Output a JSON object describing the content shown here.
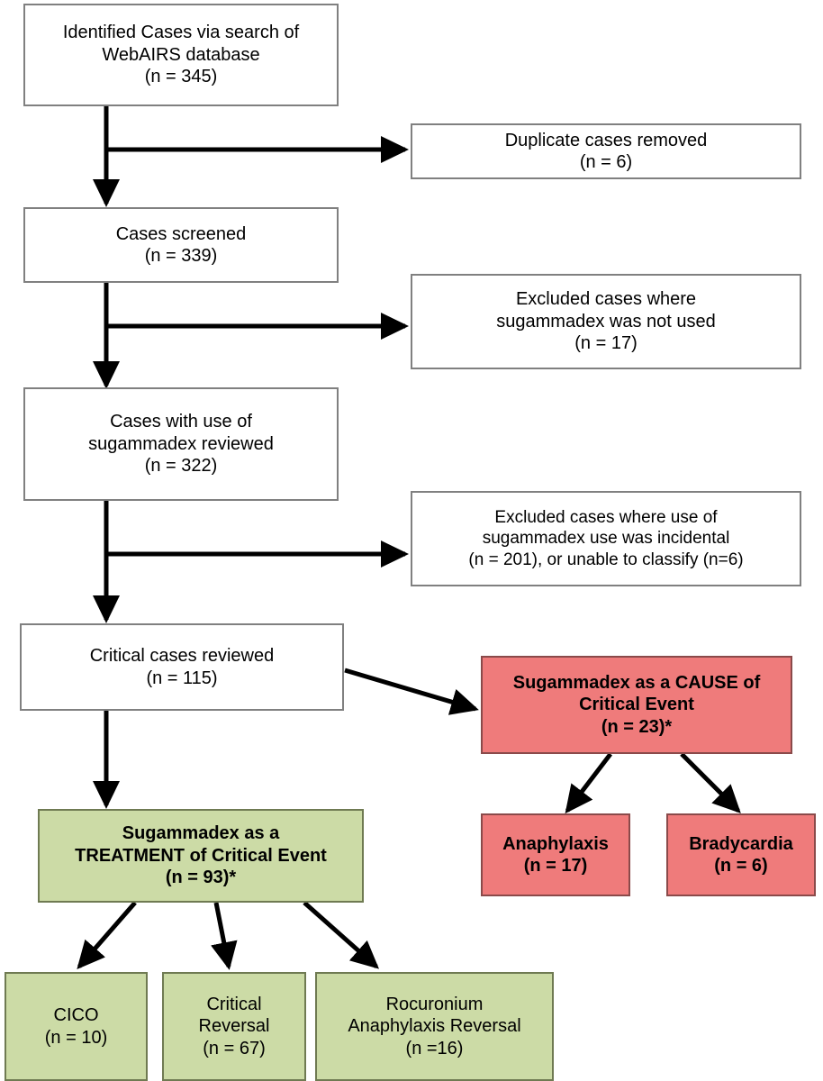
{
  "diagram": {
    "title": "Study case selection flow diagram",
    "colors": {
      "background": "#ffffff",
      "plain_fill": "#ffffff",
      "plain_border": "#808080",
      "treatment_fill": "#ccdba6",
      "treatment_border": "#6f7a52",
      "cause_fill": "#ef7b7b",
      "cause_border": "#8a4a4a",
      "arrow": "#000000",
      "text": "#000000"
    },
    "nodes": {
      "identified": {
        "kind": "plain",
        "lines": [
          "Identified Cases via search of",
          "WebAIRS database",
          "(n = 345)"
        ],
        "n": "345"
      },
      "duplicates_removed": {
        "kind": "plain",
        "lines": [
          "Duplicate cases removed",
          "(n = 6)"
        ],
        "n": "6"
      },
      "screened": {
        "kind": "plain",
        "lines": [
          "Cases screened",
          "(n = 339)"
        ],
        "n": "339"
      },
      "excluded_not_used": {
        "kind": "plain",
        "lines": [
          "Excluded cases where",
          "sugammadex was not used",
          "(n = 17)"
        ],
        "n": "17"
      },
      "reviewed_use": {
        "kind": "plain",
        "lines": [
          "Cases with use of",
          "sugammadex reviewed",
          "(n = 322)"
        ],
        "n": "322"
      },
      "excluded_incidental": {
        "kind": "plain",
        "lines": [
          "Excluded cases where use of",
          "sugammadex use was incidental",
          "(n = 201), or unable to classify (n=6)"
        ],
        "n": "201"
      },
      "critical_reviewed": {
        "kind": "plain",
        "lines": [
          "Critical cases reviewed",
          "(n = 115)"
        ],
        "n": "115"
      },
      "cause": {
        "kind": "cause",
        "lines": [
          "Sugammadex as a CAUSE of",
          "Critical Event",
          "(n = 23)*"
        ],
        "n": "23"
      },
      "anaphylaxis": {
        "kind": "cause",
        "lines": [
          "Anaphylaxis",
          "(n = 17)"
        ],
        "n": "17"
      },
      "bradycardia": {
        "kind": "cause",
        "lines": [
          "Bradycardia",
          "(n = 6)"
        ],
        "n": "6"
      },
      "treatment": {
        "kind": "treatment",
        "lines": [
          "Sugammadex as a",
          "TREATMENT of Critical Event",
          "(n = 93)*"
        ],
        "n": "93"
      },
      "cico": {
        "kind": "treatment",
        "lines": [
          "CICO",
          "(n = 10)"
        ],
        "n": "10"
      },
      "critical_reversal": {
        "kind": "treatment",
        "lines": [
          "Critical",
          "Reversal",
          "(n = 67)"
        ],
        "n": "67"
      },
      "rocuronium_reversal": {
        "kind": "treatment",
        "lines": [
          "Rocuronium",
          "Anaphylaxis Reversal",
          "(n =16)"
        ],
        "n": "16"
      }
    }
  }
}
